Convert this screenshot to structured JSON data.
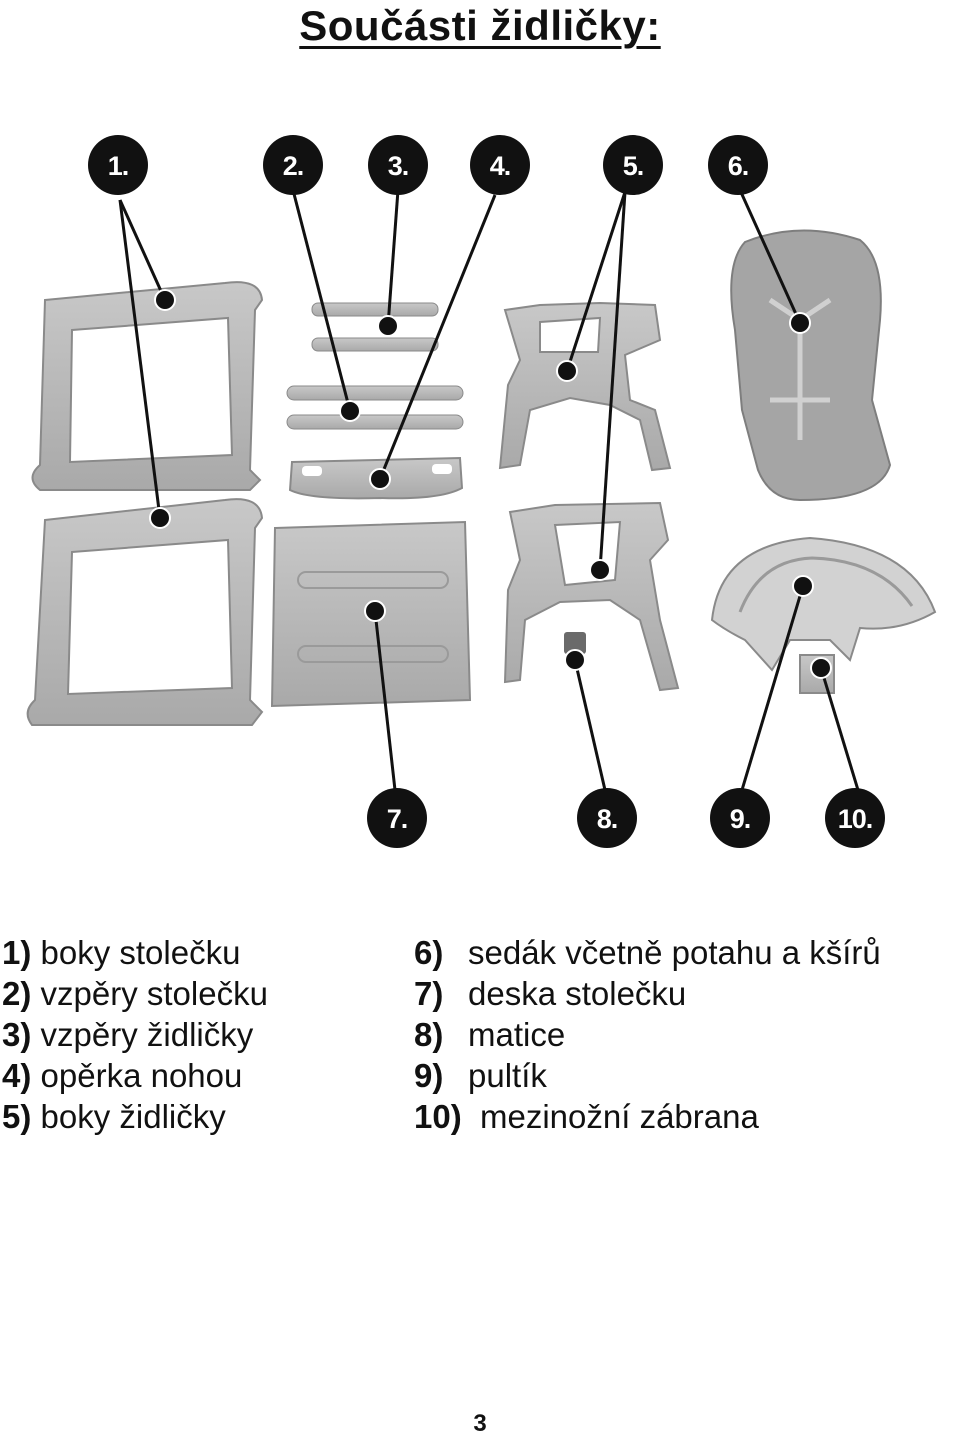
{
  "title": "Součásti židličky:",
  "callouts": [
    "1.",
    "2.",
    "3.",
    "4.",
    "5.",
    "6.",
    "7.",
    "8.",
    "9.",
    "10."
  ],
  "legend_left": [
    {
      "num": "1)",
      "text": "boky stolečku"
    },
    {
      "num": "2)",
      "text": "vzpěry stolečku"
    },
    {
      "num": "3)",
      "text": "vzpěry židličky"
    },
    {
      "num": "4)",
      "text": "opěrka nohou"
    },
    {
      "num": "5)",
      "text": "boky židličky"
    }
  ],
  "legend_right": [
    {
      "num": "6)",
      "text": "sedák včetně potahu a kšírů"
    },
    {
      "num": "7)",
      "text": "deska stolečku"
    },
    {
      "num": "8)",
      "text": "matice"
    },
    {
      "num": "9)",
      "text": "pultík"
    },
    {
      "num": "10)",
      "text": "mezinožní zábrana"
    }
  ],
  "page_number": "3",
  "colors": {
    "part_fill": "#b9b9b9",
    "part_stroke": "#8a8a8a",
    "badge": "#111111",
    "line": "#111111"
  }
}
